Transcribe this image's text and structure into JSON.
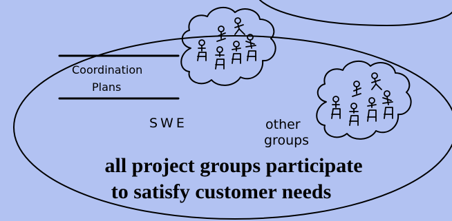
{
  "diagram": {
    "coordination_label": {
      "line1": "Coordination",
      "line2": "Plans"
    },
    "swe_label": "SWE",
    "other_groups_label": {
      "line1": "other",
      "line2": "groups"
    },
    "caption": {
      "line1": "all project groups participate",
      "line2": "to satisfy customer needs"
    },
    "colors": {
      "background": "#b2c2f2",
      "ink": "#000000"
    }
  }
}
